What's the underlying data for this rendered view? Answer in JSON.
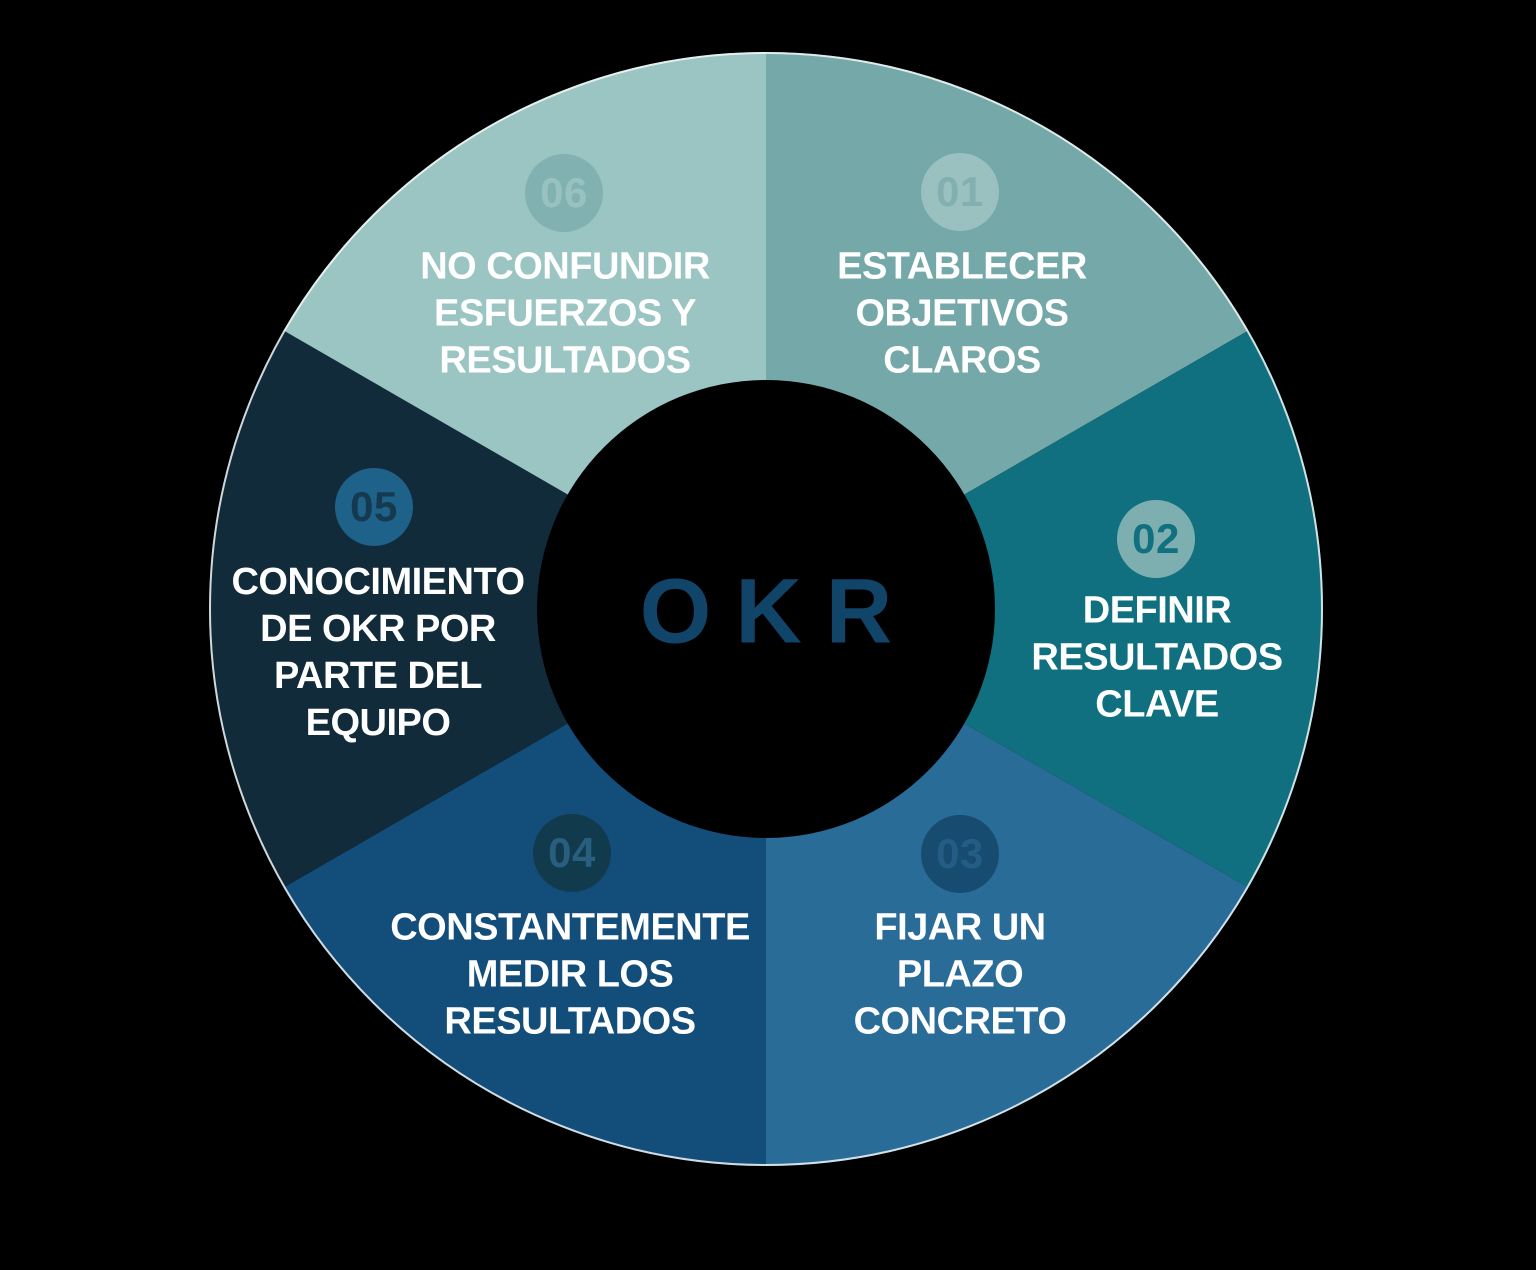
{
  "diagram": {
    "center_label": "OKR",
    "center_color": "#114469",
    "background": "#000000",
    "outer_ring_color": "#F2F6F6"
  },
  "segments": [
    {
      "number": "01",
      "label_lines": [
        "ESTABLECER",
        "OBJETIVOS",
        "CLAROS"
      ],
      "color": "#74A8A9",
      "badge_color": "#9AC0C0",
      "badge_text_color": "#82B0B1"
    },
    {
      "number": "02",
      "label_lines": [
        "DEFINIR",
        "RESULTADOS",
        "CLAVE"
      ],
      "color": "#10707F",
      "badge_color": "#7DAFB0",
      "badge_text_color": "#10707F"
    },
    {
      "number": "03",
      "label_lines": [
        "FIJAR UN",
        "PLAZO",
        "CONCRETO"
      ],
      "color": "#2A6C98",
      "badge_color": "#174C70",
      "badge_text_color": "#235C85"
    },
    {
      "number": "04",
      "label_lines": [
        "CONSTANTEMENTE",
        "MEDIR LOS",
        "RESULTADOS"
      ],
      "color": "#134E7A",
      "badge_color": "#123A4D",
      "badge_text_color": "#295F7E"
    },
    {
      "number": "05",
      "label_lines": [
        "CONOCIMIENTO",
        "DE OKR POR",
        "PARTE DEL",
        "EQUIPO"
      ],
      "color": "#112B3B",
      "badge_color": "#1E6189",
      "badge_text_color": "#15394F"
    },
    {
      "number": "06",
      "label_lines": [
        "NO CONFUNDIR",
        "ESFUERZOS Y",
        "RESULTADOS"
      ],
      "color": "#9BC5C3",
      "badge_color": "#82B1B1",
      "badge_text_color": "#98C2C0"
    }
  ]
}
